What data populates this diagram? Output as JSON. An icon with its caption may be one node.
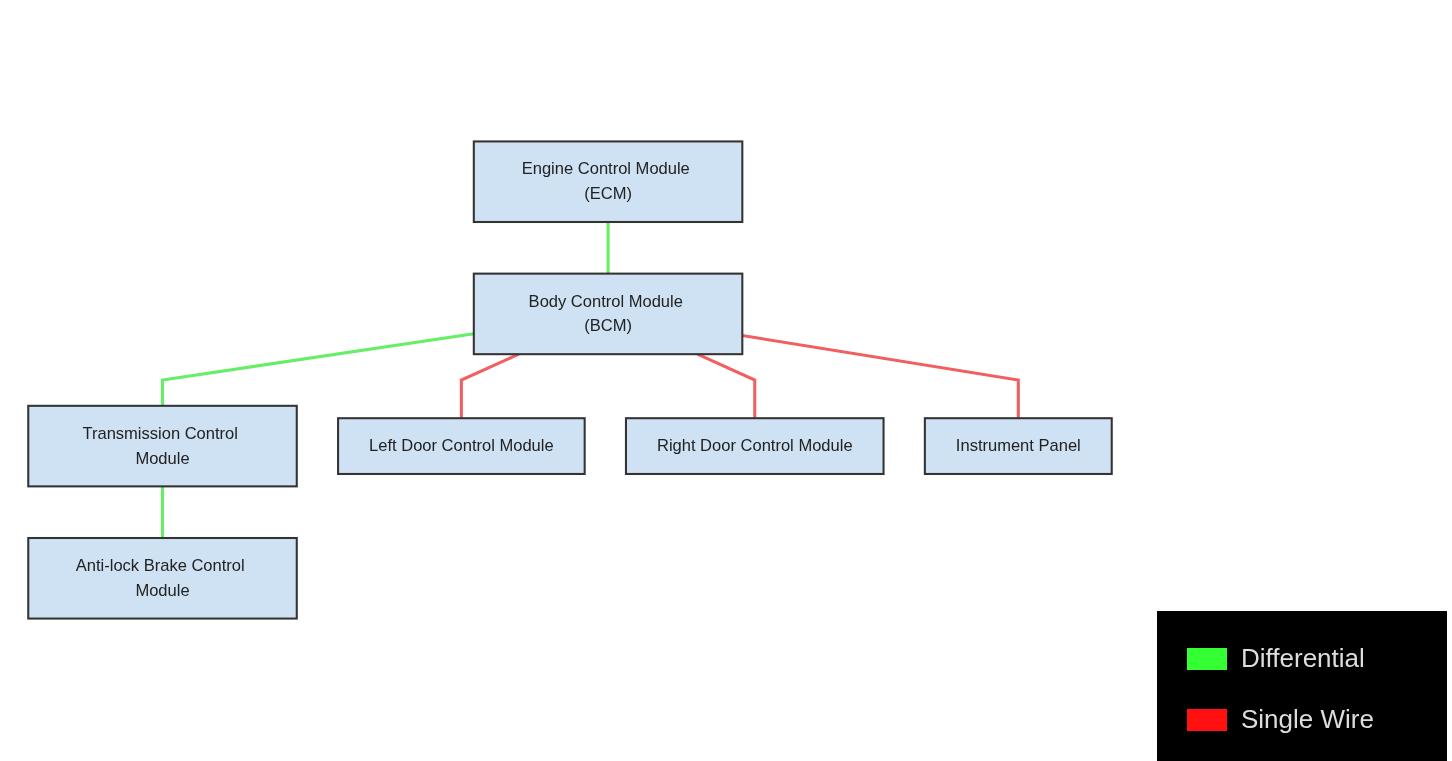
{
  "diagram": {
    "nodes": [
      {
        "text": [
          "Engine Control Module (ECM)"
        ]
      },
      {
        "text": [
          "Body Control Module (BCM)"
        ]
      },
      {
        "text": [
          "Transmission Control Module"
        ]
      },
      {
        "text": [
          "Anti-lock Brake Control Module"
        ]
      },
      {
        "text": [
          "Left Door Control Module"
        ]
      },
      {
        "text": [
          "Right Door Control Module"
        ]
      },
      {
        "text": [
          "Instrument Panel"
        ]
      }
    ],
    "edges": [
      {
        "from": 0,
        "to": 1,
        "arrow": "none",
        "color": "#66ee66"
      },
      {
        "from": 1,
        "to": 2,
        "arrow": "none",
        "color": "#66ee66"
      },
      {
        "from": 2,
        "to": 3,
        "arrow": "none",
        "color": "#66ee66"
      },
      {
        "from": 1,
        "to": 4,
        "arrow": "none",
        "color": "#f06060"
      },
      {
        "from": 1,
        "to": 5,
        "arrow": "none",
        "color": "#f06060"
      },
      {
        "from": 1,
        "to": 6,
        "arrow": "none",
        "color": "#f06060"
      }
    ],
    "legend": [
      {
        "text": "Differential",
        "color": "#33ff33"
      },
      {
        "text": "Single Wire",
        "color": "#ff1111"
      }
    ]
  }
}
